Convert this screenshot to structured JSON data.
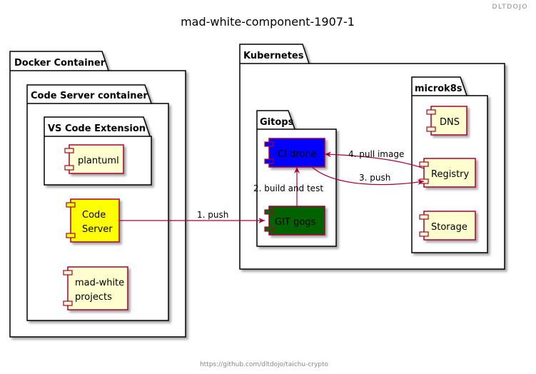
{
  "header_brand": "DLTDOJO",
  "title": "mad-white-component-1907-1",
  "footer": "https://github.com/dltdojo/taichu-crypto",
  "colors": {
    "component_fill": "#FEFECE",
    "component_border": "#A80036",
    "code_server_fill": "#FFFF00",
    "ci_drone_fill": "#0000FF",
    "git_gogs_fill": "#006400",
    "arrow": "#A80036"
  },
  "packages": {
    "docker": "Docker Container",
    "code_server_container": "Code Server container",
    "vscode_extension": "VS Code Extension",
    "kubernetes": "Kubernetes",
    "gitops": "Gitops",
    "microk8s": "microk8s"
  },
  "components": {
    "plantuml": "plantuml",
    "code_server_line1": "Code",
    "code_server_line2": "Server",
    "mad_white_line1": "mad-white",
    "mad_white_line2": "projects",
    "ci_drone": "CI drone",
    "git_gogs": "GIT gogs",
    "dns": "DNS",
    "registry": "Registry",
    "storage": "Storage"
  },
  "edges": {
    "push": "1. push",
    "build_test": "2. build and test",
    "push_registry": "3. push",
    "pull_image": "4. pull image"
  }
}
